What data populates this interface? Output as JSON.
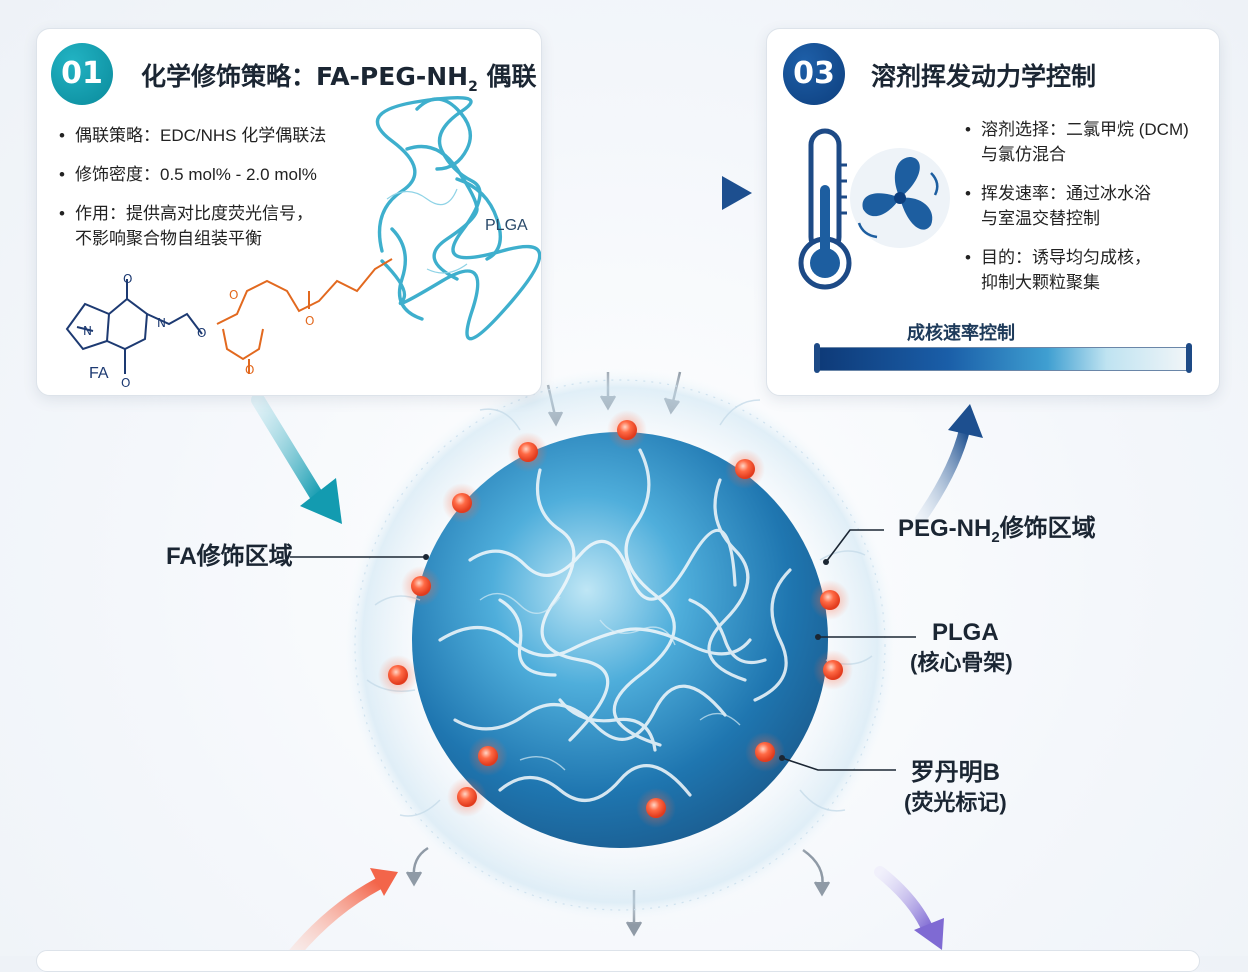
{
  "card1": {
    "number": "01",
    "title": "化学修饰策略：FA-PEG-NH",
    "title_sub": "2",
    "title_tail": " 偶联",
    "bullets": [
      "偶联策略：EDC/NHS 化学偶联法",
      "修饰密度：0.5 mol% - 2.0 mol%",
      "作用：提供高对比度荧光信号，\n不影响聚合物自组装平衡"
    ],
    "plga_label": "PLGA",
    "fa_label": "FA",
    "atom_labels": [
      "O",
      "N",
      "O",
      "O",
      "N",
      "O",
      "O",
      "O"
    ]
  },
  "card3": {
    "number": "03",
    "title": "溶剂挥发动力学控制",
    "bullets": [
      "溶剂选择：二氯甲烷 (DCM)\n与氯仿混合",
      "挥发速率：通过冰水浴\n与室温交替控制",
      "目的：诱导均匀成核，\n抑制大颗粒聚集"
    ],
    "control_label": "成核速率控制",
    "icons": [
      "thermometer-icon",
      "fan-icon"
    ]
  },
  "callouts": {
    "fa_region": "FA修饰区域",
    "peg_region": "PEG-NH",
    "peg_sub": "2",
    "peg_tail": "修饰区域",
    "plga": "PLGA",
    "plga_sub": "(核心骨架)",
    "rhodamine": "罗丹明B",
    "rhodamine_sub": "(荧光标记)"
  },
  "colors": {
    "teal": "#0a8a9b",
    "navy": "#0d3f7e",
    "sphere": "#2f8fc4",
    "fluorophore": "#ff5a3a",
    "linker": "#e2691f"
  }
}
